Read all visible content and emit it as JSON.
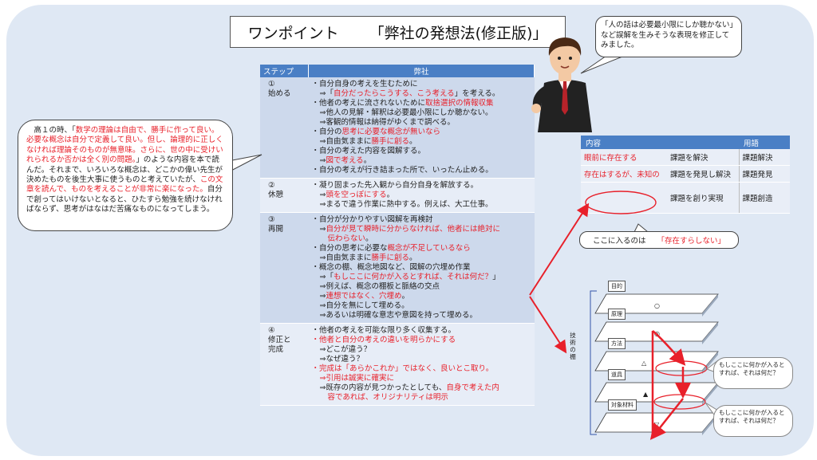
{
  "title": {
    "prefix": "ワンポイント",
    "main": "「弊社の発想法(修正版)」"
  },
  "main_table": {
    "col_step": "ステップ",
    "col_company": "弊社",
    "rows": [
      {
        "step_num": "①",
        "step_name": "始める",
        "lines": [
          {
            "t": "・自分自身の考えを生むために",
            "i": 0
          },
          {
            "t": "⇒「",
            "r": "自分だったらこうする、こう考える",
            "t2": "」を考える。",
            "i": 1
          },
          {
            "t": "・他者の考えに流されないために",
            "r": "取捨選択の情報収集",
            "i": 0
          },
          {
            "t": "⇒他人の見解・解釈は必要最小限にしか聴かない。",
            "i": 1
          },
          {
            "t": "⇒客観的情報は納得がゆくまで調べる。",
            "i": 1
          },
          {
            "t": "・自分の",
            "r": "思考に必要な概念が無いなら",
            "i": 0
          },
          {
            "t": "⇒自由気ままに",
            "r": "勝手に創る",
            "t2": "。",
            "i": 1
          },
          {
            "t": "・自分の考えた内容を図解する。",
            "i": 0
          },
          {
            "t": "⇒",
            "r": "図で考える",
            "t2": "。",
            "i": 1
          },
          {
            "t": "・自分の考えが行き詰まった所で、いったん止める。",
            "i": 0
          }
        ]
      },
      {
        "step_num": "②",
        "step_name": "休憩",
        "lines": [
          {
            "t": "・凝り固まった先入観から自分自身を解放する。",
            "i": 0
          },
          {
            "t": "⇒",
            "r": "頭を空っぽにする",
            "t2": "。",
            "i": 1
          },
          {
            "t": "⇒まるで違う作業に熱中する。例えば、大工仕事。",
            "i": 1
          }
        ]
      },
      {
        "step_num": "③",
        "step_name": "再開",
        "lines": [
          {
            "t": "・自分が分かりやすい図解を再検討",
            "i": 0
          },
          {
            "t": "⇒",
            "r": "自分が見て瞬時に分からなければ、他者には絶対に",
            "i": 1
          },
          {
            "r": "伝わらない",
            "t2": "。",
            "i": 2
          },
          {
            "t": "・自分の思考に必要な",
            "r": "概念が不足しているなら",
            "i": 0
          },
          {
            "t": "⇒自由気ままに",
            "r": "勝手に創る",
            "t2": "。",
            "i": 1
          },
          {
            "t": "・概念の棚、概念地図など、図解の穴埋め作業",
            "i": 0
          },
          {
            "t": "⇒「",
            "r": "もしここに何かが入るとすれば、それは何だ？",
            "t2": "」",
            "i": 1
          },
          {
            "t": "⇒例えば、概念の棚板と脈絡の交点",
            "i": 1
          },
          {
            "t": "⇒",
            "r": "連想ではなく、穴埋め",
            "t2": "。",
            "i": 1
          },
          {
            "t": "⇒自分を無にして埋める。",
            "i": 1
          },
          {
            "t": "⇒あるいは明確な意志や意図を持って埋める。",
            "i": 1
          }
        ]
      },
      {
        "step_num": "④",
        "step_name": "修正と完成",
        "lines": [
          {
            "t": "・他者の考えを可能な限り多く収集する。",
            "i": 0
          },
          {
            "r": "・他者と自分の考えの違いを明らかにする",
            "i": 0
          },
          {
            "t": "⇒どこが違う？",
            "i": 1
          },
          {
            "t": "⇒なぜ違う？",
            "i": 1
          },
          {
            "r": "・完成は「あらかこれか」ではなく、良いとこ取り。",
            "i": 0
          },
          {
            "r": "⇒引用は誠実に確実に",
            "i": 1
          },
          {
            "t": "⇒既存の内容が見つかったとしても、",
            "r": "自身で考えた内",
            "i": 1
          },
          {
            "r": "容であれば、オリジナリティは明示",
            "i": 2
          }
        ]
      }
    ]
  },
  "left_bubble": {
    "parts": [
      {
        "t": "　高１の時、「"
      },
      {
        "r": "数学の理論は自由で、勝手に作って良い。必要な概念は自分で定義して良い。但し、論理的に正しくなければ理論そのものが無意味。さらに、世の中に受けいれられるか否かは全く別の問題。"
      },
      {
        "t": "」のような内容を本で読んだ。それまで、いろいろな概念は、どこかの偉い先生が決めたものを後生大事に使うものと考えていたが、"
      },
      {
        "r": "この文章を読んで、ものを考えることが非常に楽になった。"
      },
      {
        "t": "自分で創ってはいけないとなると、ひたすら勉強を続けなければならず、思考がはなはだ苦痛なものになってしまう。"
      }
    ]
  },
  "right_bubble": {
    "text": "「人の話は必要最小限にしか聴かない」など誤解を生みそうな表現を修正してみました。"
  },
  "terms_table": {
    "col_content": "内容",
    "col_term": "用語",
    "rows": [
      {
        "red": "眼前に存在する",
        "text": "課題を解決",
        "term": "課題解決"
      },
      {
        "red": "存在はするが、未知の",
        "text": "課題を発見し解決",
        "term": "課題発見"
      },
      {
        "red": "",
        "text": "課題を創り実現",
        "term": "課題創造"
      }
    ]
  },
  "note": {
    "text": "ここに入るのは",
    "red": "「存在すらしない」"
  },
  "shelf": {
    "vertical_label": "技術の棚",
    "labels": [
      "目的",
      "原理",
      "方法",
      "道具",
      "対象材料"
    ],
    "symbols": [
      "○",
      "◎",
      "△",
      "▲",
      "▽"
    ],
    "bubble_text": "もしここに何かが入るとすれば、それは何だ？"
  },
  "colors": {
    "accent": "#4a7fc5",
    "red": "#e8202a",
    "background": "#dfe8f4"
  }
}
